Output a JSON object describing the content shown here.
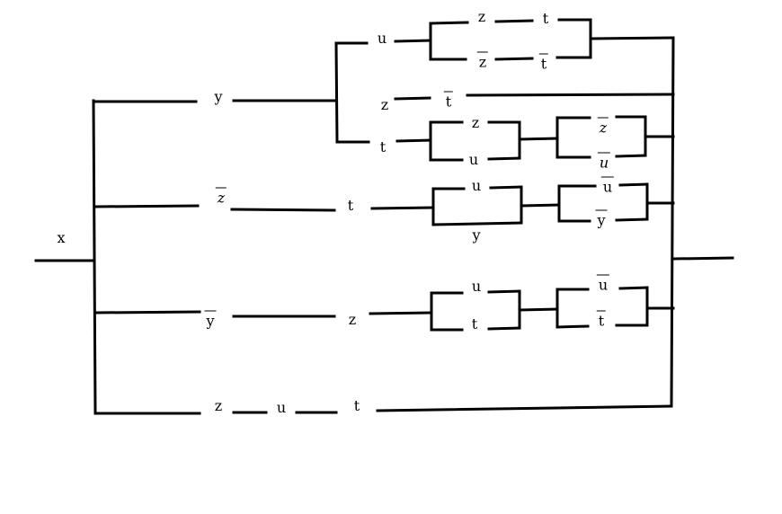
{
  "diagram": {
    "input_label": "x",
    "branch1": {
      "head": "y",
      "sub1": {
        "contact": "u",
        "pair_top": [
          "z",
          "t"
        ],
        "pair_bottom": [
          "z",
          "t"
        ]
      },
      "sub2": {
        "series": [
          "z",
          "t"
        ]
      },
      "sub3": {
        "contact": "t",
        "block1": [
          "z",
          "u"
        ],
        "block2": [
          "z",
          "u"
        ]
      }
    },
    "branch2": {
      "series": [
        "z",
        "t"
      ],
      "block1": [
        "u",
        "y"
      ],
      "block2": [
        "u",
        "y"
      ]
    },
    "branch3": {
      "series": [
        "y",
        "z"
      ],
      "block1": [
        "u",
        "t"
      ],
      "block2": [
        "u",
        "t"
      ]
    },
    "branch4": {
      "series": [
        "z",
        "u",
        "t"
      ]
    }
  }
}
